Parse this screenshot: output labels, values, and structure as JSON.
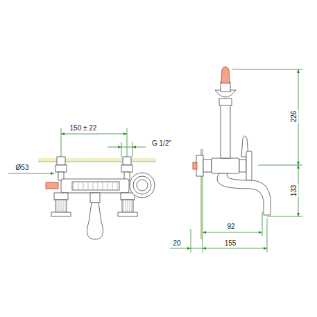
{
  "diagram": {
    "labels": [
      "150 ± 22",
      "G 1/2\"",
      "Ø53",
      "226",
      "133",
      "92",
      "20",
      "155"
    ]
  }
}
